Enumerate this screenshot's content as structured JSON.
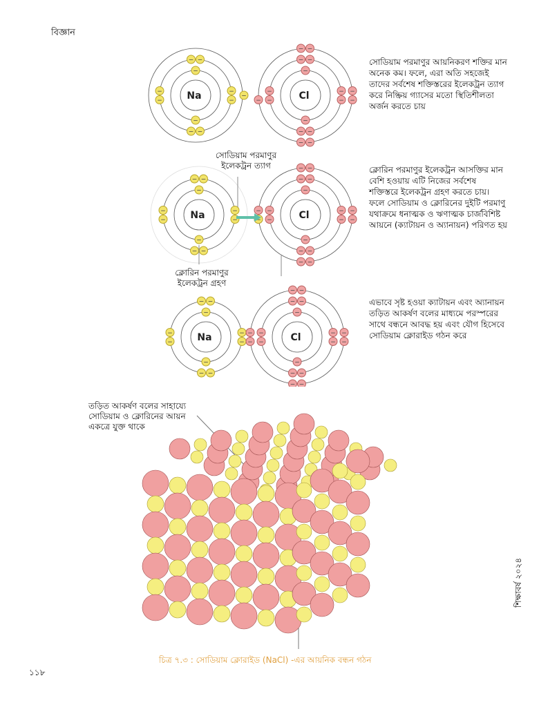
{
  "header": {
    "subject": "বিজ্ঞান"
  },
  "row1": {
    "na_label": "Na",
    "cl_label": "Cl",
    "description": "সোডিয়াম পরমাণুর আয়নিকরণ শক্তির মান অনেক কম। ফলে, এরা অতি সহজেই তাদের সর্বশেষ শক্তিস্তরের ইলেকট্রন ত্যাগ করে নিষ্ক্রিয় গ্যাসের মতো স্থিতিশীলতা অর্জন করতে চায়"
  },
  "row2": {
    "na_label": "Na",
    "na_charge": "+",
    "cl_label": "Cl",
    "cl_charge": "−",
    "note_top": "সোডিয়াম পরমাণুর ইলেকট্রন ত্যাগ",
    "note_bottom": "ক্লোরিন পরমাণুর ইলেকট্রন গ্রহণ",
    "description": "ক্লোরিন পরমাণুর ইলেকট্রন আসক্তির মান বেশি হওয়ায় এটি নিজের সর্বশেষ শক্তিস্তরে ইলেকট্রন গ্রহণ করতে চায়। ফলে সোডিয়াম ও ক্লোরিনের দুইটি পরমাণু যথাক্রমে ধনাত্মক ও ঋণাত্মক চার্জবিশিষ্ট আয়নে (ক্যাটায়ন ও অ্যানায়ন) পরিণত হয়"
  },
  "row3": {
    "na_label": "Na",
    "na_charge": "+",
    "cl_label": "Cl",
    "cl_charge": "−",
    "description": "এভাবে সৃষ্ট হওয়া ক্যাটায়ন এবং অ্যানায়ন তড়িত আকর্ষণ বলের মাধ্যমে পরস্পরের সাথে বন্ধনে আবদ্ধ হয় এবং যৌগ হিসেবে সোডিয়াম ক্লোরাইড গঠন করে"
  },
  "lattice": {
    "annotation": "তড়িত আকর্ষণ বলের সাহায্যে সোডিয়াম ও ক্লোরিনের আয়ন একত্রে যুক্ত থাকে",
    "colors": {
      "chloride": "#f0a0a0",
      "sodium": "#f5ee80"
    }
  },
  "electron": {
    "symbol": "−"
  },
  "caption": "চিত্র ৭.৩ :   সোডিয়াম ক্লোরাইড (NaCl) -এর আয়নিক বন্ধন গঠন",
  "footer": {
    "page_number": "১১৮",
    "edition": "শিক্ষাবর্ষ ২০২৪"
  }
}
